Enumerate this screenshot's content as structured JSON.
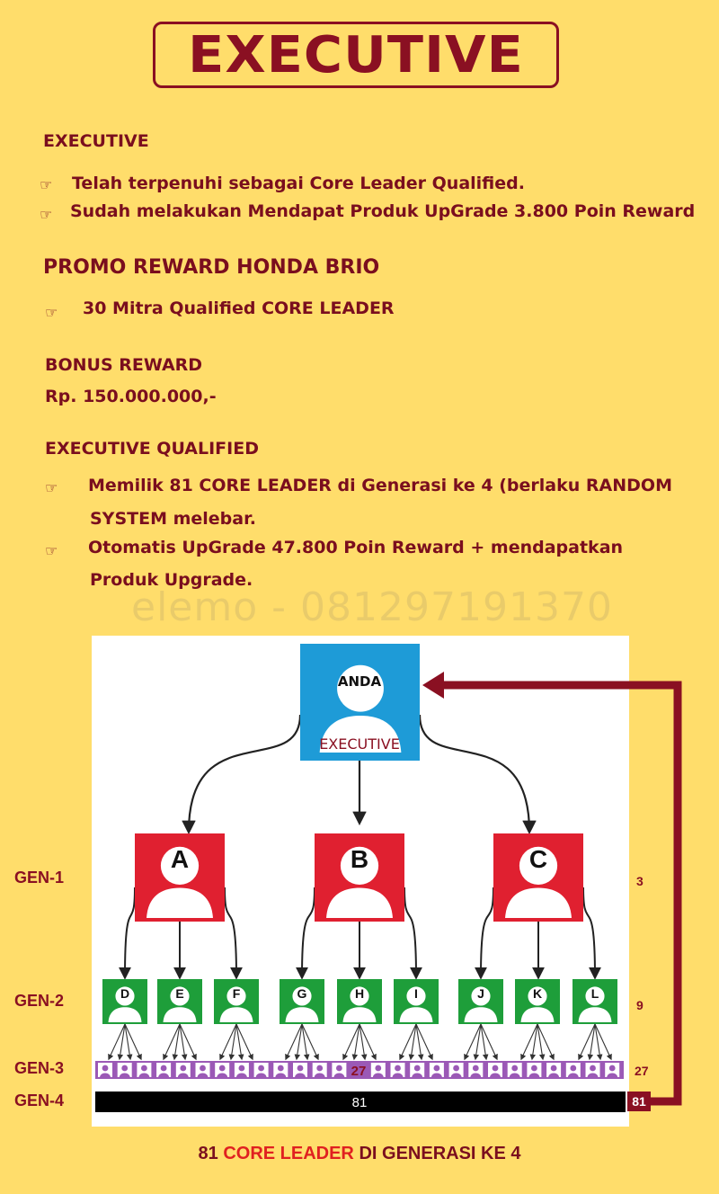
{
  "header": {
    "title": "EXECUTIVE"
  },
  "sections": {
    "executive": {
      "heading": "EXECUTIVE",
      "items": [
        "Telah terpenuhi sebagai Core Leader Qualified.",
        "Sudah melakukan Mendapat Produk UpGrade 3.800 Poin Reward"
      ]
    },
    "promo": {
      "heading": "PROMO REWARD HONDA BRIO",
      "items": [
        "30 Mitra Qualified CORE LEADER"
      ]
    },
    "bonus": {
      "heading": "BONUS REWARD",
      "value": "Rp. 150.000.000,-"
    },
    "qualified": {
      "heading": "EXECUTIVE QUALIFIED",
      "item1_line1": "Memilik 81 CORE LEADER di Generasi ke 4 (berlaku RANDOM",
      "item1_line2": "SYSTEM melebar.",
      "item2_line1": "Otomatis UpGrade 47.800 Poin Reward + mendapatkan",
      "item2_line2": "Produk Upgrade."
    }
  },
  "watermark": "elemo - 081297191370",
  "diagram": {
    "root": {
      "label": "ANDA",
      "title": "EXECUTIVE"
    },
    "gen1": [
      "A",
      "B",
      "C"
    ],
    "gen2": [
      "D",
      "E",
      "F",
      "G",
      "H",
      "I",
      "J",
      "K",
      "L"
    ],
    "gen3_label": "27",
    "gen4_label": "81",
    "gen_labels": [
      "GEN-1",
      "GEN-2",
      "GEN-3",
      "GEN-4"
    ],
    "counts": [
      "3",
      "9",
      "27",
      "81"
    ]
  },
  "footer": {
    "part1": "81",
    "part2": "CORE LEADER",
    "part3": "DI GENERASI KE 4"
  },
  "colors": {
    "background": "#FFDD6B",
    "maroon": "#8A1022",
    "blue": "#1E9BD7",
    "red": "#E02030",
    "green": "#1E9E3A",
    "purple": "#9B59B6"
  }
}
